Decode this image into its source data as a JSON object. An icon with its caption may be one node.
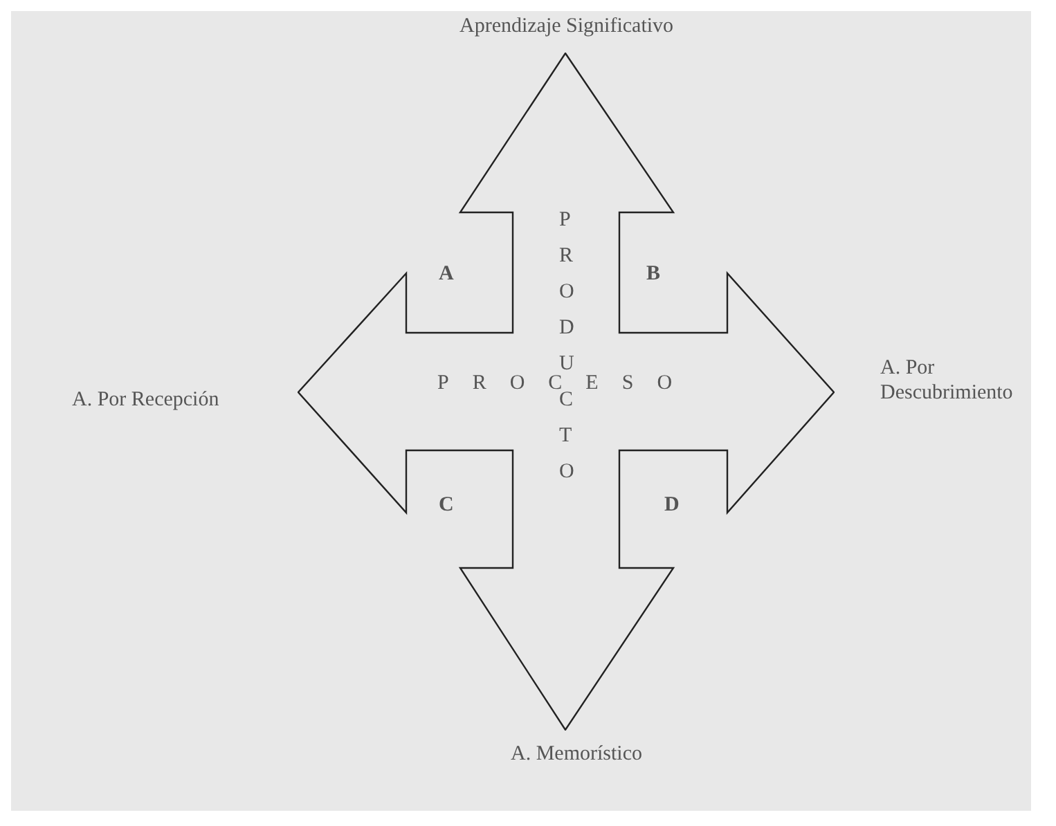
{
  "diagram": {
    "nodes": [
      {
        "text": [
          "A",
          "B",
          "PROCESO",
          "PRODUCTO",
          "C",
          "D"
        ]
      }
    ],
    "labels": [
      "Aprendizaje Significativo",
      "A. Por Recepción",
      "A. Por Descubrimiento",
      "A. Memorístico"
    ]
  }
}
